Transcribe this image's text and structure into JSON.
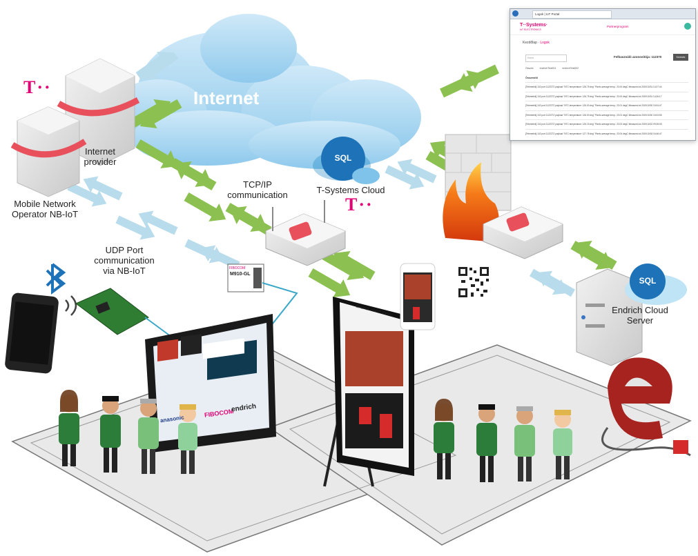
{
  "labels": {
    "internet": "Internet",
    "internet_provider": "Internet\nprovider",
    "mobile_operator": "Mobile Network\nOperator NB-IoT",
    "tcp_ip": "TCP/IP\ncommunication",
    "udp": "UDP Port\ncommunication\nvia NB-IoT",
    "t_systems_cloud": "T-Systems Cloud",
    "endrich_cloud": "Endrich Cloud\nServer",
    "sql": "SQL",
    "t_logo": "T··"
  },
  "module": {
    "brand": "FIBOCOM",
    "model": "M910-GL"
  },
  "tablet": {
    "brand_left": "anasonic",
    "brand_mid": "FIBOCOM",
    "brand_right": "endrich"
  },
  "signboard": {
    "title": "Endrich nbIoT Demo"
  },
  "browser": {
    "tab_title": "Logok | IoT Portal",
    "brand": "T··Systems·",
    "brand_sub": "IoT ELECTRONICS",
    "menu": "Partnerprogram",
    "breadcrumb_home": "Kezdőlap",
    "breadcrumb_current": "Logok",
    "search_placeholder": "Keres",
    "count": "Felhasználó azonosítója: 112370",
    "button": "Keresés",
    "tabs": [
      "Összes",
      "endrichTest001",
      "endrichTest002"
    ],
    "section": "Összesítő",
    "rows": [
      "[Telemetrik] 102 port 11222TZ payload \"NTC temperature: 126.75 deg\" Pixels average temp.: 23.00 degC Measured at 2019/10/31 14:27:44",
      "[Telemetrik] 102 port 11222TZ payload \"NTC temperature: 126.75 deg\" Pixels average temp.: 23.00 degC Measured at 2019/10/31 14:26:17",
      "[Telemetrik] 102 port 11222TZ payload \"NTC temperature: 126.00 deg\" Pixels average temp.: 23.01 degC Measured at 2019/10/30 15:04:47",
      "[Telemetrik] 102 port 11222TZ payload \"NTC temperature: 126.00 deg\" Pixels average temp.: 23.01 degC Measured at 2019/10/30 15:03:55",
      "[Telemetrik] 102 port 11222TZ payload \"NTC temperature: 126.15 deg\" Pixels average temp.: 23.02 degC Measured at 2019/10/22 09:28:05",
      "[Telemetrik] 102 port 11222TZ payload \"NTC temperature: 127.78 deg\" Pixels average temp.: 23.04 degC Measured at 2019/10/18 16:46:47"
    ]
  },
  "colors": {
    "magenta": "#e20074",
    "arrow_green": "#8cc152",
    "arrow_blue": "#b8dceb",
    "cloud_blue": "#a6d4ef",
    "cable": "#3aa7c9"
  }
}
